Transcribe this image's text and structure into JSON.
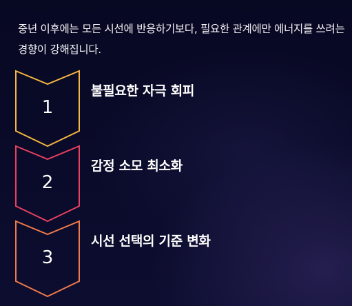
{
  "intro_text": "중년 이후에는 모든 시선에 반응하기보다, 필요한 관계에만 에너지를 쓰려는 경향이 강해집니다.",
  "steps": [
    {
      "number": "1",
      "title": "불필요한 자극 회피",
      "color": "#f5b642"
    },
    {
      "number": "2",
      "title": "감정 소모 최소화",
      "color": "#e8405f"
    },
    {
      "number": "3",
      "title": "시선 선택의 기준 변화",
      "color": "#f07a4a"
    }
  ]
}
